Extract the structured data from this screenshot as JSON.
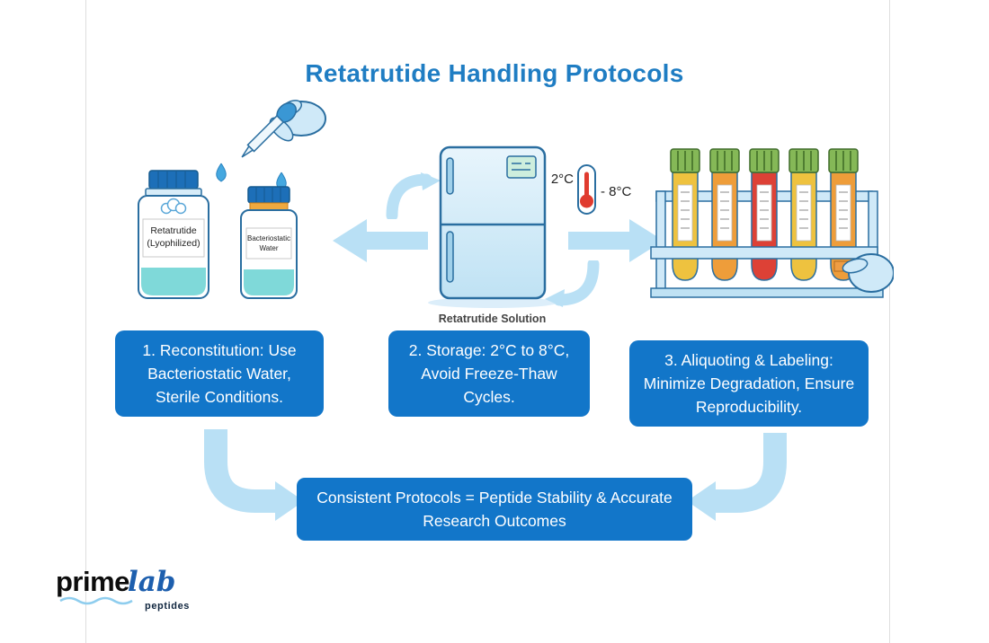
{
  "title": "Retatrutide Handling Protocols",
  "vials": {
    "label1_line1": "Retatrutide",
    "label1_line2": "(Lyophilized)",
    "label2_line1": "Bacteriostatic",
    "label2_line2": "Water"
  },
  "fridge": {
    "temp_low": "2°C",
    "temp_high": "- 8°C",
    "caption": "Retatrutide Solution"
  },
  "rack": {
    "tube_colors": [
      "#eec23f",
      "#ee9d3a",
      "#dd4136",
      "#eec23f",
      "#ee9d3a"
    ],
    "cap_color": "#85b857"
  },
  "steps": [
    {
      "text": "1. Reconstitution: Use Bacteriostatic Water, Sterile Conditions."
    },
    {
      "text": "2. Storage: 2°C to 8°C, Avoid Freeze-Thaw Cycles."
    },
    {
      "text": "3. Aliquoting & Labeling: Minimize Degradation, Ensure Reproducibility."
    }
  ],
  "summary": "Consistent Protocols = Peptide Stability & Accurate Research Outcomes",
  "logo": {
    "prime": "prime",
    "lab": "lab",
    "peptides": "peptides"
  },
  "colors": {
    "title_blue": "#1f7dc3",
    "box_blue": "#1276c9",
    "arrow_blue": "#b9e0f5"
  }
}
